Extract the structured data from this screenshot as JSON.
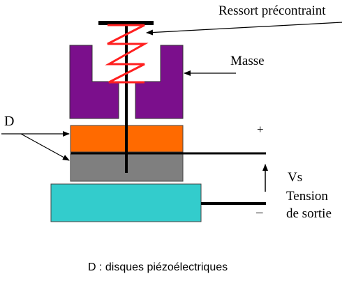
{
  "labels": {
    "spring": "Ressort précontraint",
    "mass": "Masse",
    "disks_letter": "D",
    "plus": "+",
    "minus": "–",
    "vs": "Vs",
    "tension": "Tension",
    "de_sortie": "de sortie",
    "caption": "D : disques piézoélectriques"
  },
  "colors": {
    "spring": "#ff2020",
    "mass": "#7b0f8c",
    "upper_disk": "#ff6a00",
    "lower_disk": "#7f7f7f",
    "base": "#33cccc",
    "line": "#000000"
  }
}
